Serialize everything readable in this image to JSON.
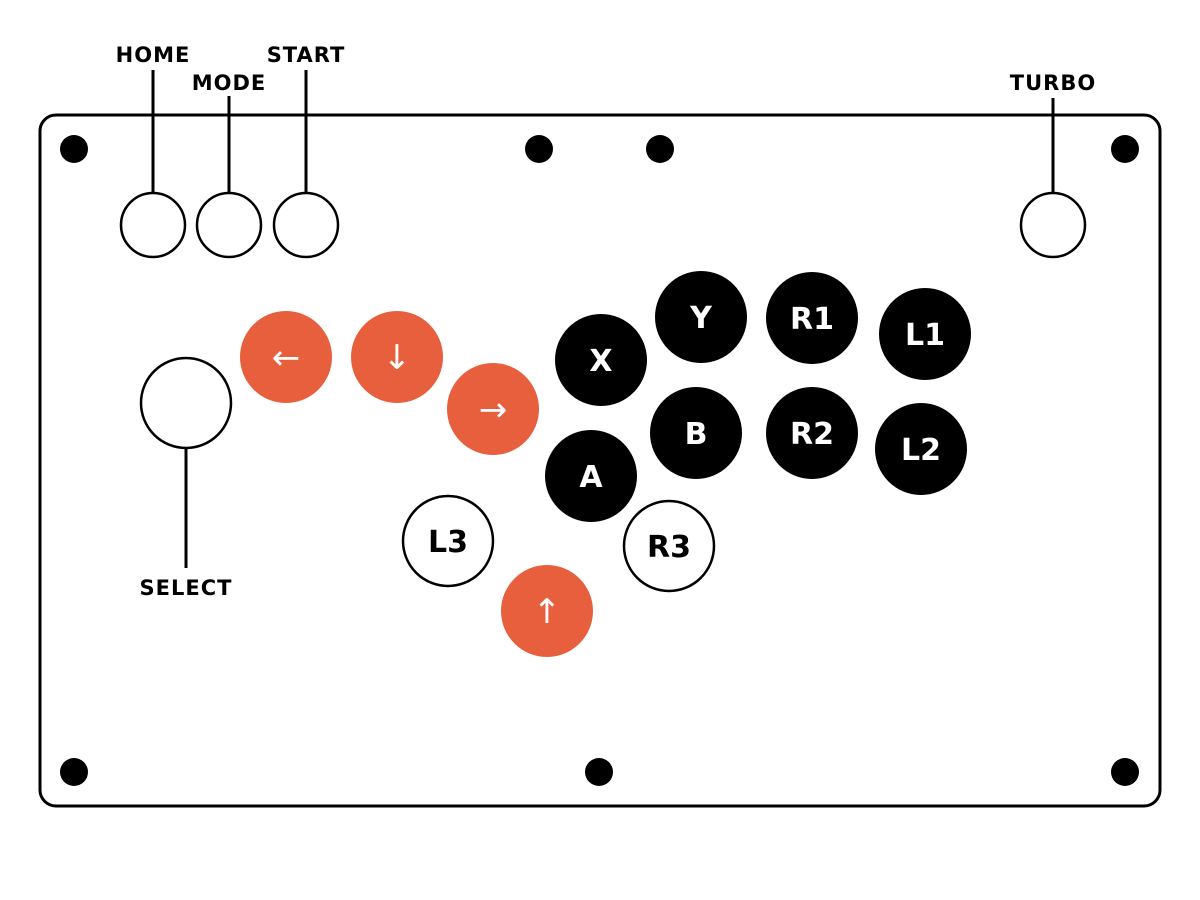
{
  "colors": {
    "ink": "#000000",
    "background": "#ffffff",
    "direction": "#e85f3d",
    "action": "#000000",
    "outline_button_fill": "#ffffff"
  },
  "labels": {
    "home": "HOME",
    "mode": "MODE",
    "start": "START",
    "turbo": "TURBO",
    "select": "SELECT"
  },
  "buttons": {
    "left": "←",
    "down": "↓",
    "right": "→",
    "up": "↑",
    "x": "X",
    "y": "Y",
    "a": "A",
    "b": "B",
    "r1": "R1",
    "r2": "R2",
    "l1": "L1",
    "l2": "L2",
    "l3": "L3",
    "r3": "R3"
  }
}
